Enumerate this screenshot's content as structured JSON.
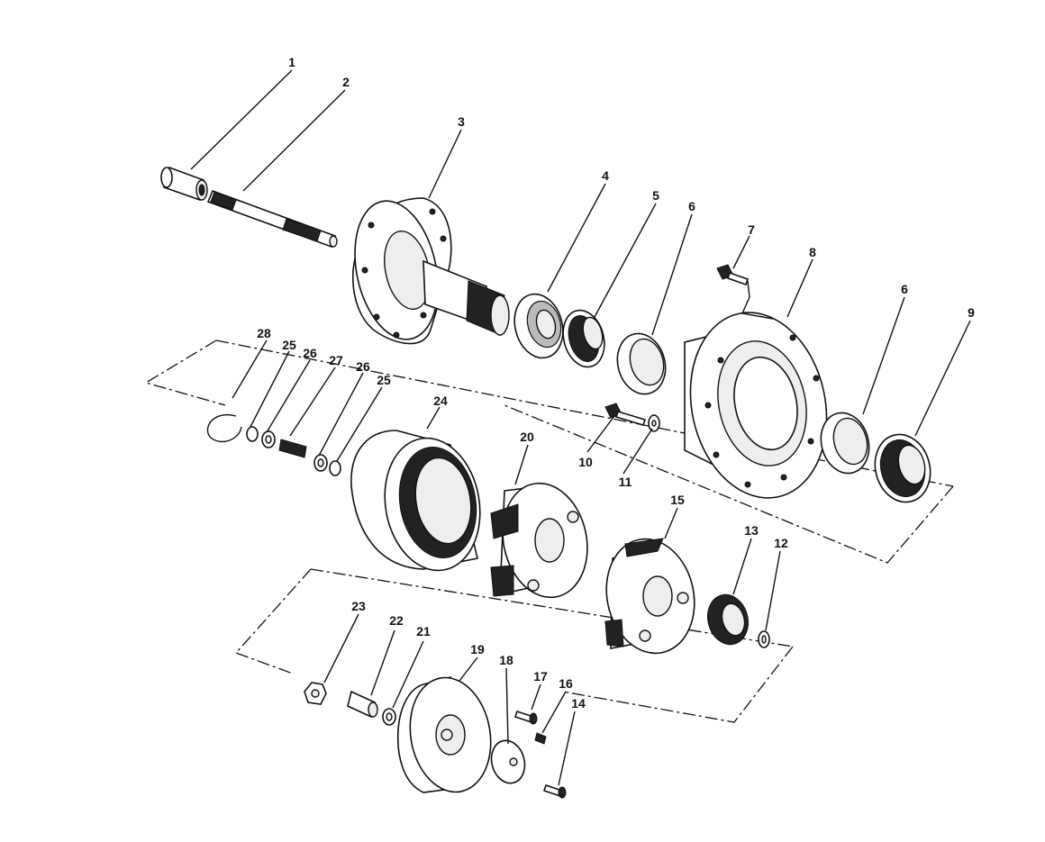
{
  "callouts": {
    "c1": "1",
    "c2": "2",
    "c3": "3",
    "c4": "4",
    "c5": "5",
    "c6a": "6",
    "c7": "7",
    "c8": "8",
    "c6b": "6",
    "c9": "9",
    "c10": "10",
    "c11": "11",
    "c12": "12",
    "c13": "13",
    "c14": "14",
    "c15": "15",
    "c16": "16",
    "c17": "17",
    "c18": "18",
    "c19": "19",
    "c20": "20",
    "c21": "21",
    "c22": "22",
    "c23": "23",
    "c24": "24",
    "c25a": "25",
    "c26a": "26",
    "c27": "27",
    "c26b": "26",
    "c25b": "25",
    "c28": "28"
  }
}
